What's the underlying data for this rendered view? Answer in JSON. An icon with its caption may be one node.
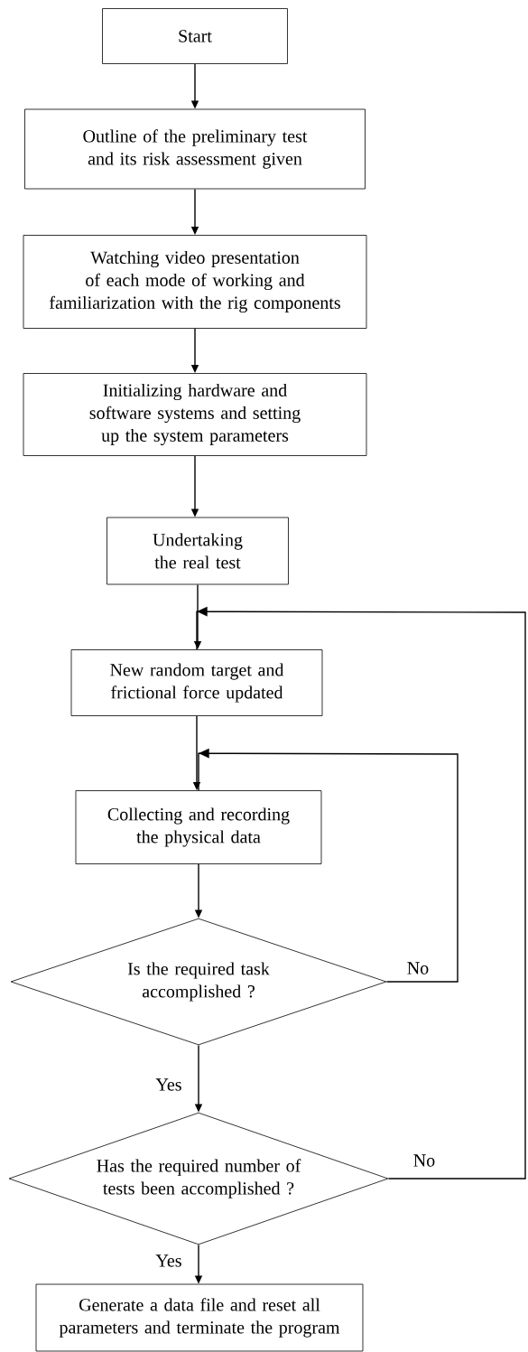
{
  "diagram": {
    "nodes": [
      {
        "text": [
          "Start"
        ]
      },
      {
        "text": [
          "Outline of the preliminary test and its risk assessment given"
        ]
      },
      {
        "text": [
          "Watching video presentation of each mode of working and familiarization with the rig components"
        ]
      },
      {
        "text": [
          "Initializing hardware and software systems and setting up the system parameters"
        ]
      },
      {
        "text": [
          "Undertaking the real test"
        ]
      },
      {
        "text": [
          "New random target and frictional force updated"
        ]
      },
      {
        "text": [
          "Collecting and recording the physical data"
        ]
      },
      {
        "text": [
          "Is the required task accomplished ?"
        ]
      },
      {
        "text": [
          "Has the required number of tests been accomplished ?"
        ]
      },
      {
        "text": [
          "Generate a data file and reset all parameters and terminate the program"
        ]
      }
    ],
    "edges": [
      {
        "from": 0,
        "to": 1,
        "arrow": "to"
      },
      {
        "from": 1,
        "to": 2,
        "arrow": "to"
      },
      {
        "from": 2,
        "to": 3,
        "arrow": "to"
      },
      {
        "from": 3,
        "to": 4,
        "arrow": "to"
      },
      {
        "from": 4,
        "to": 5,
        "arrow": "to"
      },
      {
        "from": 5,
        "to": 6,
        "arrow": "to"
      },
      {
        "from": 6,
        "to": 7,
        "arrow": "to"
      },
      {
        "from": 7,
        "to": 6,
        "arrow": "to",
        "label": "No"
      },
      {
        "from": 7,
        "to": 8,
        "arrow": "to",
        "label": "Yes"
      },
      {
        "from": 8,
        "to": 5,
        "arrow": "to",
        "label": "No"
      },
      {
        "from": 8,
        "to": 9,
        "arrow": "to",
        "label": "Yes"
      }
    ]
  }
}
